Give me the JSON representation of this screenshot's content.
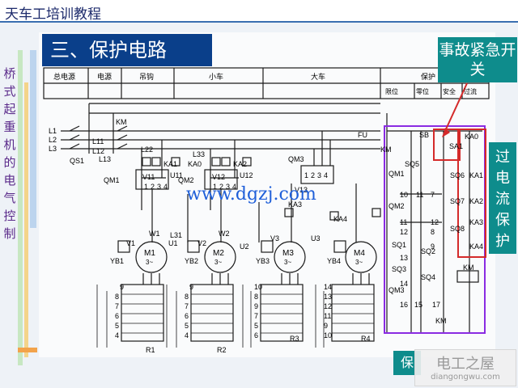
{
  "slide": {
    "top_title": "天车工培训教程",
    "section_title": "三、保护电路",
    "side_label": "桥式起重机的电气控制",
    "callout_top": "事故紧急开关",
    "callout_right": "过电流保护",
    "bottom_box_text": "保",
    "watermark": "www.dgzj.com",
    "logo_name": "电工之屋",
    "logo_url": "diangongwu.com"
  },
  "diagram": {
    "headers": [
      "总电源",
      "电源",
      "吊钩",
      "小车",
      "大车",
      "保护"
    ],
    "protection_subheaders": [
      "限位",
      "零位",
      "安全",
      "过流"
    ],
    "power_lines": [
      "L1",
      "L2",
      "L3"
    ],
    "labels": {
      "qs1": "QS1",
      "km": "KM",
      "l11": "L11",
      "l12": "L12",
      "l13": "L13",
      "fu": "FU",
      "l22": "L22",
      "l33": "L33",
      "km_line": "KM",
      "ka1": "KA1",
      "ka0": "KA0",
      "ka2": "KA2",
      "qm1": "QM1",
      "qm2": "QM2",
      "qm3": "QM3",
      "v11": "V11",
      "v12": "V12",
      "u11": "U11",
      "u12": "U12",
      "v1": "V1",
      "v2": "V2",
      "v3": "V3",
      "v13": "V13",
      "u1": "U1",
      "u2": "U2",
      "u3": "U3",
      "l31": "L31",
      "ka3": "KA3",
      "ka4": "KA4",
      "w1": "W1",
      "w2": "W2",
      "yb1": "YB1",
      "yb2": "YB2",
      "yb3": "YB3",
      "yb4": "YB4",
      "r1": "R1",
      "r2": "R2",
      "r3": "R3",
      "r4": "R4",
      "sb": "SB",
      "sa1": "SA1",
      "sq5": "SQ5",
      "sq6": "SQ6",
      "sq7": "SQ7",
      "sq8": "SQ8",
      "sq1": "SQ1",
      "sq2": "SQ2",
      "sq3": "SQ3",
      "sq4": "SQ4",
      "qm1_ctrl": "QM1",
      "qm2_ctrl": "QM2",
      "qm3_ctrl": "QM3",
      "km_coil": "KM",
      "km_bottom": "KM",
      "ka_stack_0": "KA0",
      "ka_stack_1": "KA1",
      "ka_stack_2": "KA2",
      "ka_stack_3": "KA3",
      "ka_stack_4": "KA4"
    },
    "motors": [
      {
        "name": "M1",
        "spec": "3~"
      },
      {
        "name": "M2",
        "spec": "3~"
      },
      {
        "name": "M3",
        "spec": "3~"
      },
      {
        "name": "M4",
        "spec": "3~"
      }
    ],
    "resistor_taps": {
      "r1": [
        "9",
        "8",
        "7",
        "6",
        "5",
        "4"
      ],
      "r2": [
        "9",
        "8",
        "7",
        "6",
        "5",
        "4"
      ],
      "r3": [
        "10",
        "8",
        "9",
        "7",
        "5",
        "6"
      ],
      "r4": [
        "14",
        "13",
        "12",
        "11",
        "9",
        "10"
      ]
    },
    "contact_numbers": {
      "qm_group1": [
        "1",
        "2",
        "3",
        "4"
      ],
      "qm_group2": [
        "1",
        "2",
        "3",
        "4"
      ],
      "qm3_group": [
        "1",
        "2",
        "3",
        "4"
      ],
      "ctrl_col1": [
        "10",
        "11",
        "12",
        "13",
        "14",
        "15"
      ],
      "ctrl_col2": [
        "11",
        "12",
        "16",
        "17"
      ],
      "ctrl_col3": [
        "7",
        "8",
        "9"
      ]
    }
  }
}
